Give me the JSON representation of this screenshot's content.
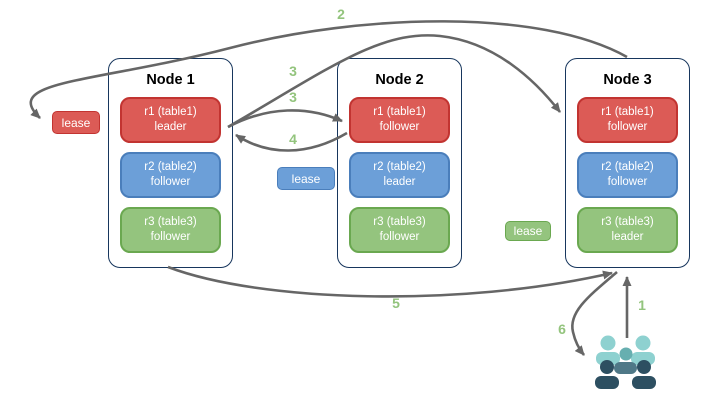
{
  "nodes": [
    {
      "title": "Node 1",
      "replicas": [
        {
          "line1": "r1 (table1)",
          "line2": "leader",
          "color": "red"
        },
        {
          "line1": "r2 (table2)",
          "line2": "follower",
          "color": "blue"
        },
        {
          "line1": "r3 (table3)",
          "line2": "follower",
          "color": "green"
        }
      ]
    },
    {
      "title": "Node 2",
      "replicas": [
        {
          "line1": "r1 (table1)",
          "line2": "follower",
          "color": "red"
        },
        {
          "line1": "r2 (table2)",
          "line2": "leader",
          "color": "blue"
        },
        {
          "line1": "r3 (table3)",
          "line2": "follower",
          "color": "green"
        }
      ]
    },
    {
      "title": "Node 3",
      "replicas": [
        {
          "line1": "r1 (table1)",
          "line2": "follower",
          "color": "red"
        },
        {
          "line1": "r2 (table2)",
          "line2": "follower",
          "color": "blue"
        },
        {
          "line1": "r3 (table3)",
          "line2": "leader",
          "color": "green"
        }
      ]
    }
  ],
  "leases": [
    {
      "label": "lease",
      "color": "red"
    },
    {
      "label": "lease",
      "color": "blue"
    },
    {
      "label": "lease",
      "color": "green"
    }
  ],
  "arrow_numbers": [
    {
      "value": "2"
    },
    {
      "value": "3"
    },
    {
      "value": "3"
    },
    {
      "value": "4"
    },
    {
      "value": "5"
    },
    {
      "value": "1"
    },
    {
      "value": "6"
    }
  ],
  "icons": {
    "users": "users-group-icon"
  },
  "colors": {
    "replica_red_fill": "#DC5B56",
    "replica_red_border": "#C23431",
    "replica_blue_fill": "#6C9FD8",
    "replica_blue_border": "#4A7EBB",
    "replica_green_fill": "#94C47E",
    "replica_green_border": "#6AA850",
    "node_border": "#17365D",
    "arrow": "#666666",
    "number": "#93C47D",
    "users_light_teal": "#8ED1D0",
    "users_mid_teal": "#67AFB0",
    "users_mid_body": "#4F7887",
    "users_dark_navy": "#2D4F61"
  }
}
